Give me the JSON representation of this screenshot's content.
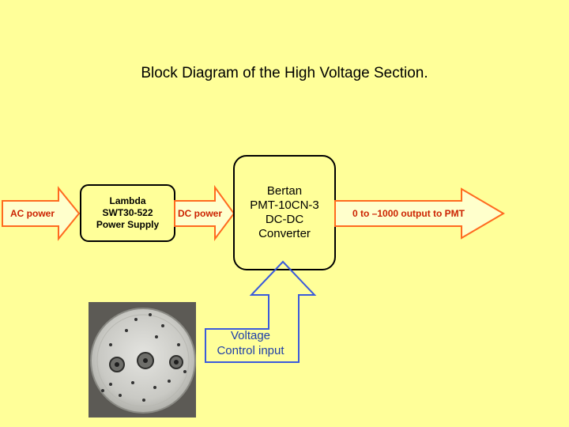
{
  "title": "Block Diagram of the High Voltage Section.",
  "arrows": {
    "ac_power": "AC power",
    "dc_power": "DC power",
    "output": "0 to –1000 output to PMT"
  },
  "power_supply": {
    "line1": "Lambda",
    "line2": "SWT30-522",
    "line3": "Power Supply"
  },
  "converter": {
    "line1": "Bertan",
    "line2": "PMT-10CN-3",
    "line3": "DC-DC",
    "line4": "Converter"
  },
  "control_input": {
    "line1": "Voltage",
    "line2": "Control input"
  },
  "colors": {
    "background": "#ffff99",
    "arrow_fill": "#ffffcc",
    "arrow_stroke": "#ff6a1f",
    "arrow_text": "#cc2200",
    "control_arrow_stroke": "#3b5bdb",
    "control_text": "#1f3fa8"
  }
}
